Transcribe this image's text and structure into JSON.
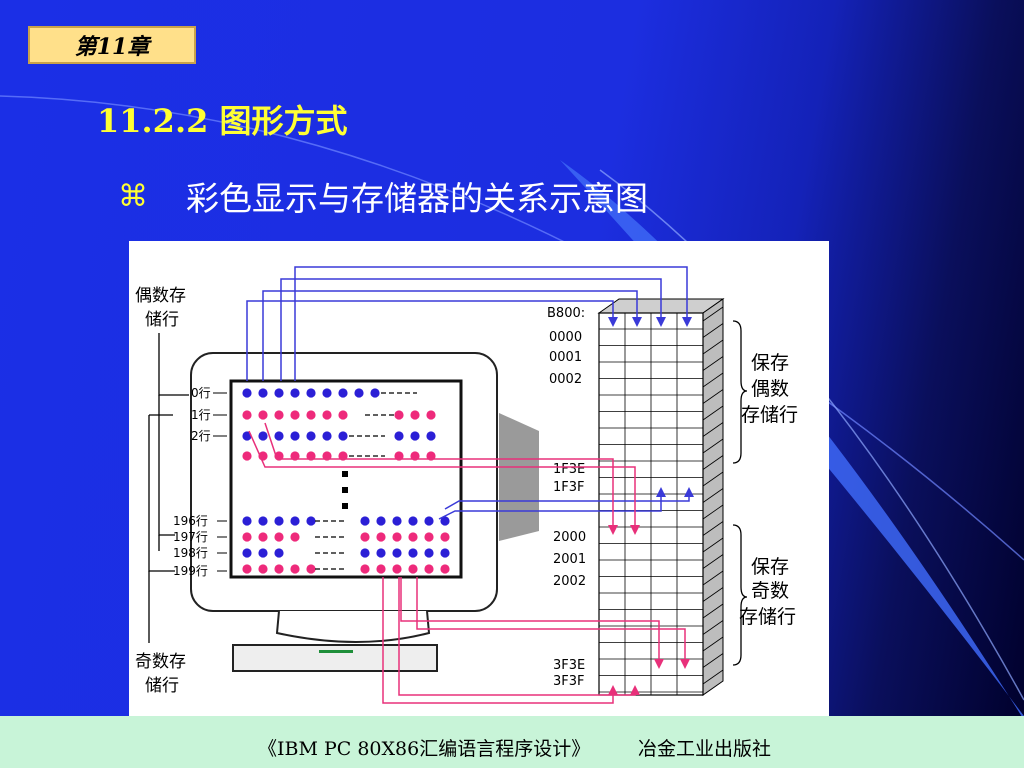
{
  "slide": {
    "chapter_tag": "第11章",
    "section_title": "11.2.2  图形方式",
    "bullet_icon": "command-key-icon",
    "bullet_text": "彩色显示与存储器的关系示意图"
  },
  "figure": {
    "even_rows_label_line1": "偶数存",
    "even_rows_label_line2": "储行",
    "odd_rows_label_line1": "奇数存",
    "odd_rows_label_line2": "储行",
    "row_labels": [
      "0行",
      "1行",
      "2行",
      "196行",
      "197行",
      "198行",
      "199行"
    ],
    "address_labels": {
      "base": "B800:",
      "a0000": "0000",
      "a0001": "0001",
      "a0002": "0002",
      "a1F3E": "1F3E",
      "a1F3F": "1F3F",
      "a2000": "2000",
      "a2001": "2001",
      "a2002": "2002",
      "a3F3E": "3F3E",
      "a3F3F": "3F3F"
    },
    "save_even_label": [
      "保存",
      "偶数",
      "存储行"
    ],
    "save_odd_label": [
      "保存",
      "奇数",
      "存储行"
    ],
    "colors": {
      "blue_pixel": "#2b1fd6",
      "pink_pixel": "#ee2a7b",
      "blue_arrow": "#3a3ad8",
      "pink_arrow": "#e8307a"
    }
  },
  "footer": {
    "book_title": "《IBM PC 80X86汇编语言程序设计》",
    "publisher": "冶金工业出版社"
  }
}
